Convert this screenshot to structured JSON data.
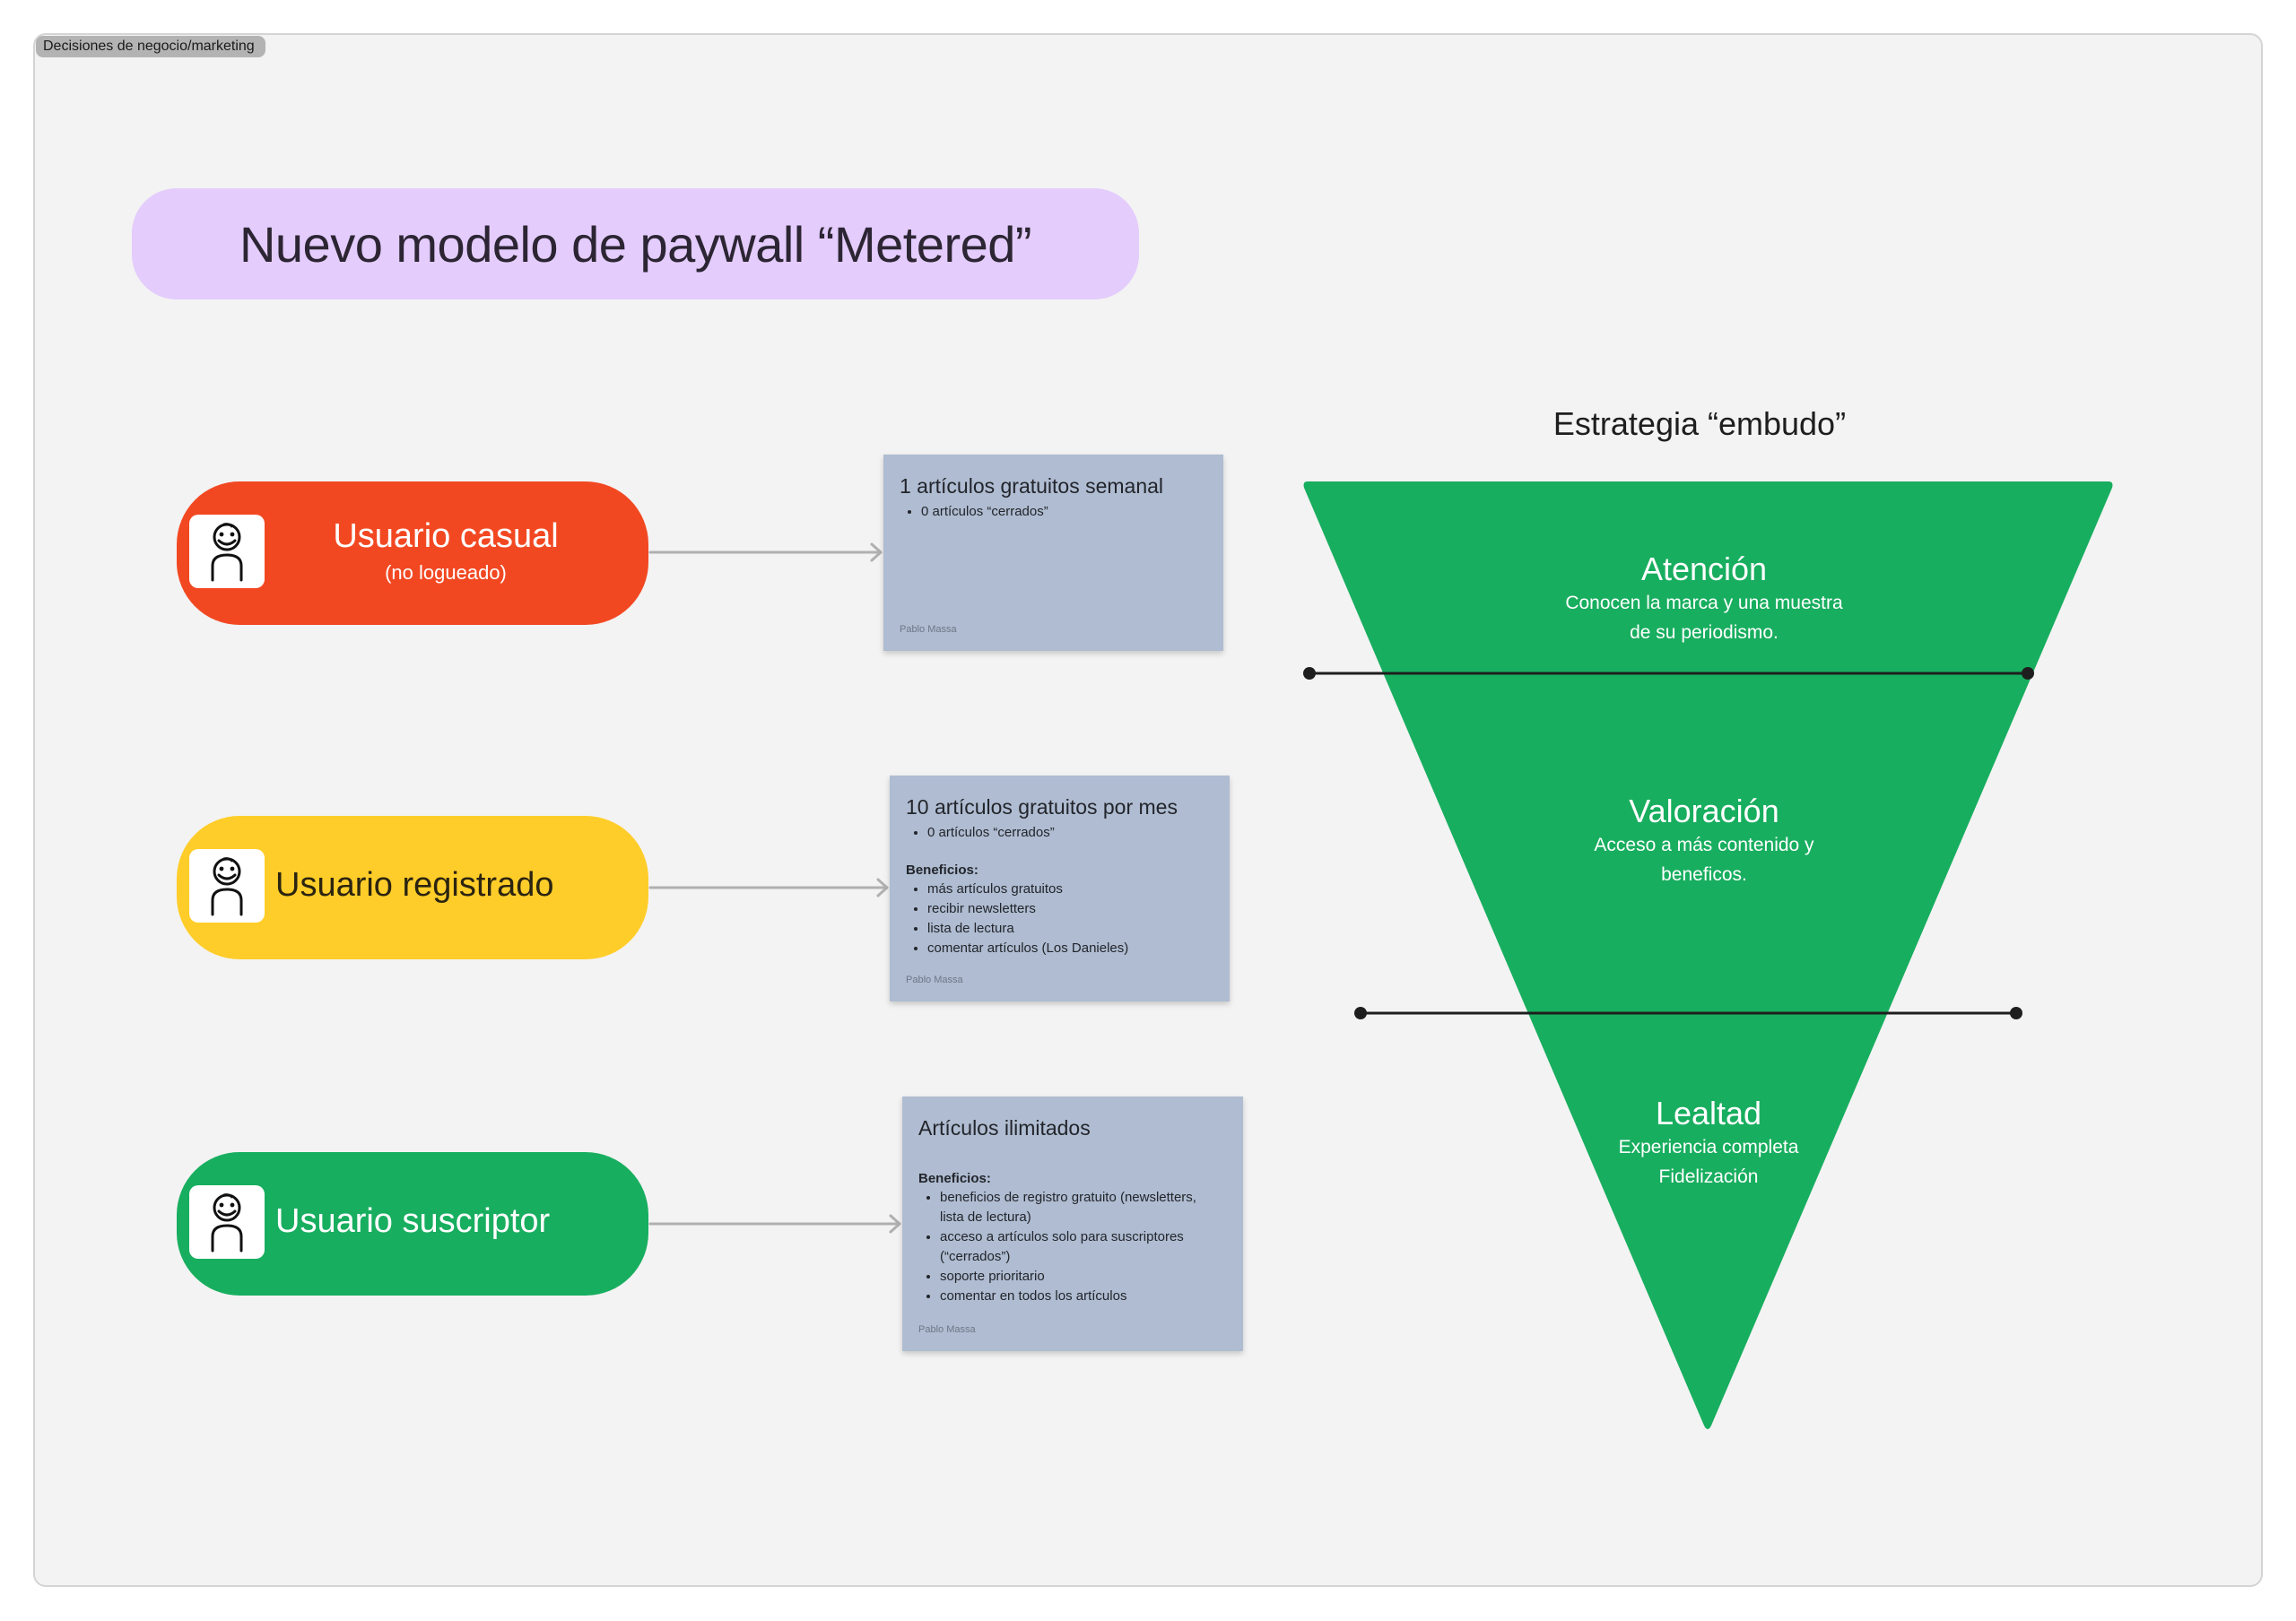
{
  "frame": {
    "label": "Decisiones de negocio/marketing"
  },
  "title": "Nuevo modelo de paywall “Metered”",
  "users": [
    {
      "label": "Usuario casual",
      "sublabel": "(no logueado)",
      "color": "#f24822",
      "icon": "user-doodle-icon"
    },
    {
      "label": "Usuario registrado",
      "color": "#ffcd29",
      "icon": "user-doodle-icon"
    },
    {
      "label": "Usuario suscriptor",
      "color": "#18ae5f",
      "icon": "user-doodle-icon"
    }
  ],
  "cards": [
    {
      "title": "1 artículos gratuitos semanal",
      "bullets": [
        "0 artículos “cerrados”"
      ],
      "author": "Pablo Massa"
    },
    {
      "title": "10 artículos gratuitos por mes",
      "bullets": [
        "0 artículos “cerrados”"
      ],
      "benefits_label": "Beneficios:",
      "benefits": [
        "más artículos gratuitos",
        "recibir newsletters",
        "lista de lectura",
        "comentar artículos (Los Danieles)"
      ],
      "author": "Pablo Massa"
    },
    {
      "title": "Artículos ilimitados",
      "benefits_label": "Beneficios:",
      "benefits": [
        "beneficios de registro gratuito (newsletters, lista de lectura)",
        "acceso a artículos solo para suscriptores (“cerrados”)",
        "soporte prioritario",
        "comentar en todos los artículos"
      ],
      "author": "Pablo Massa"
    }
  ],
  "funnel": {
    "heading": "Estrategia “embudo”",
    "color": "#18ae5f",
    "stages": [
      {
        "title": "Atención",
        "desc_lines": [
          "Conocen la marca y una muestra",
          "de su periodismo."
        ]
      },
      {
        "title": "Valoración",
        "desc_lines": [
          "Acceso a más contenido y",
          "beneficos."
        ]
      },
      {
        "title": "Lealtad",
        "desc_lines": [
          "Experiencia completa",
          "Fidelización"
        ]
      }
    ]
  },
  "colors": {
    "canvas": "#f3f3f3",
    "title_pill": "#e4ccfd",
    "card": "#afbcd1",
    "connector": "#b0b0b0",
    "divider": "#1e1e1e"
  }
}
